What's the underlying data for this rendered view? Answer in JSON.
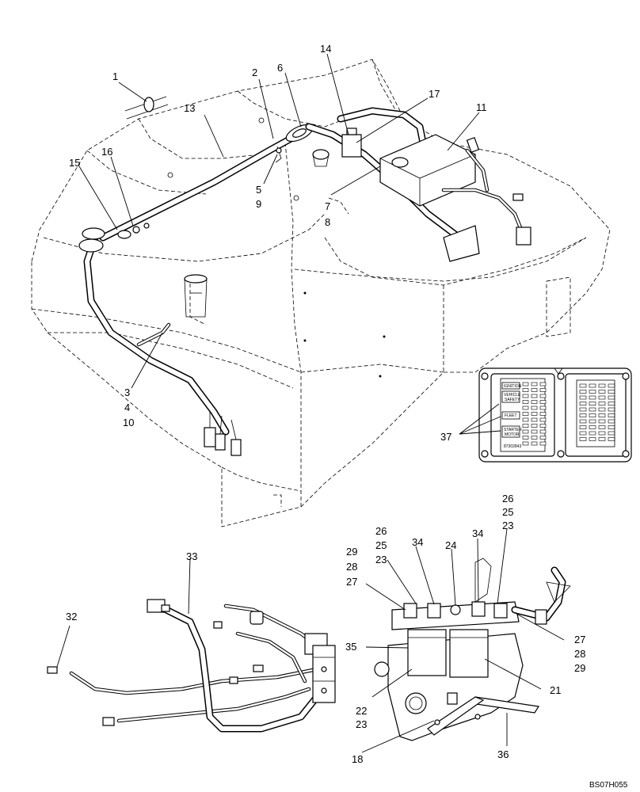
{
  "labels": {
    "l1": "1",
    "l2": "2",
    "l6": "6",
    "l14": "14",
    "l17": "17",
    "l11": "11",
    "l13": "13",
    "l15": "15",
    "l16": "16",
    "l5": "5",
    "l9": "9",
    "l7": "7",
    "l8": "8",
    "l3": "3",
    "l4": "4",
    "l10": "10",
    "l37": "37",
    "l26a": "26",
    "l25a": "25",
    "l23a": "23",
    "l26b": "26",
    "l25b": "25",
    "l23b": "23",
    "l34a": "34",
    "l24": "24",
    "l34b": "34",
    "l29a": "29",
    "l28a": "28",
    "l27a": "27",
    "l33": "33",
    "l32": "32",
    "l35": "35",
    "l27b": "27",
    "l28b": "28",
    "l29b": "29",
    "l21": "21",
    "l22": "22",
    "l23c": "23",
    "l18": "18",
    "l36": "36"
  },
  "fuse_panel": {
    "ignition": "IGNITION",
    "vehicle_safety_1": "VEHICLE",
    "vehicle_safety_2": "SAFETY",
    "fleet": "FLEET",
    "starter_motor_1": "STARTER",
    "starter_motor_2": "MOTOR",
    "part_number": "87302843"
  },
  "drawing_code": "BS07H055"
}
